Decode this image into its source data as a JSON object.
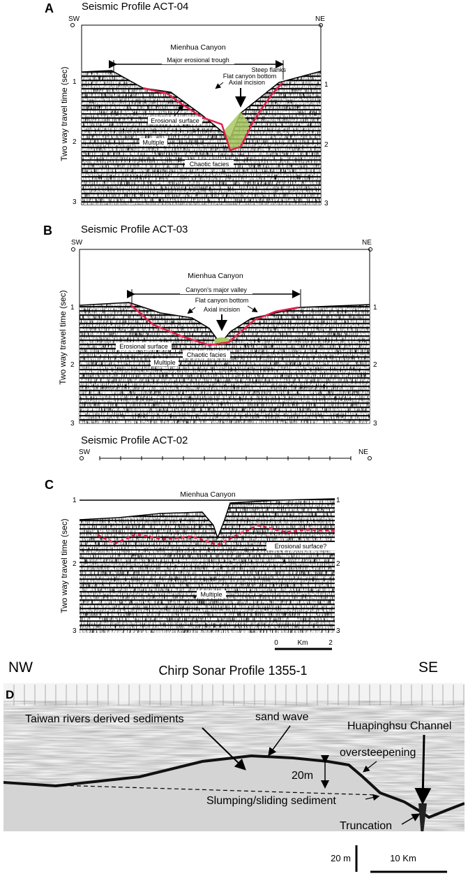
{
  "panel_a": {
    "letter": "A",
    "title": "Seismic Profile ACT-04",
    "sw": "SW",
    "ne": "NE",
    "axis_label": "Two way travel time (sec)",
    "ticks": [
      "1",
      "2",
      "3"
    ],
    "canyon": "Mienhua Canyon",
    "trough": "Major erosional trough",
    "steep": "Steep flanks",
    "flat": "Flat canyon bottom",
    "axial": "Axial incision",
    "erosional": "Erosional surface",
    "multiple": "Multiple",
    "chaotic": "Chaotic facies"
  },
  "panel_b": {
    "letter": "B",
    "title": "Seismic Profile ACT-03",
    "sw": "SW",
    "ne": "NE",
    "axis_label": "Two way travel time (sec)",
    "ticks": [
      "1",
      "2",
      "3"
    ],
    "canyon": "Mienhua Canyon",
    "valley": "Canyon's major valley",
    "flat": "Flat canyon bottom",
    "axial": "Axial incision",
    "erosional": "Erosional surface",
    "multiple": "Multiple",
    "chaotic": "Chaotic facies"
  },
  "panel_c": {
    "letter": "C",
    "title": "Seismic Profile ACT-02",
    "sw": "SW",
    "ne": "NE",
    "axis_label": "Two way travel time (sec)",
    "ticks": [
      "1",
      "2",
      "3"
    ],
    "canyon": "Mienhua Canyon",
    "erosional": "Erosional surface?",
    "multiple": "Multiple",
    "scale_0": "0",
    "scale_unit": "Km",
    "scale_2": "2"
  },
  "panel_d": {
    "letter": "D",
    "nw": "NW",
    "se": "SE",
    "title": "Chirp Sonar Profile 1355-1",
    "taiwan": "Taiwan rivers derived sediments",
    "sandwave": "sand wave",
    "huaping": "Huapinghsu Channel",
    "oversteep": "oversteepening",
    "depth": "20m",
    "slump": "Slumping/sliding sediment",
    "trunc": "Truncation",
    "vscale": "20 m",
    "hscale": "10 Km"
  },
  "colors": {
    "erosion": "#e0204a",
    "fill": "#a8c860",
    "seismic": "#1a1a1a"
  }
}
